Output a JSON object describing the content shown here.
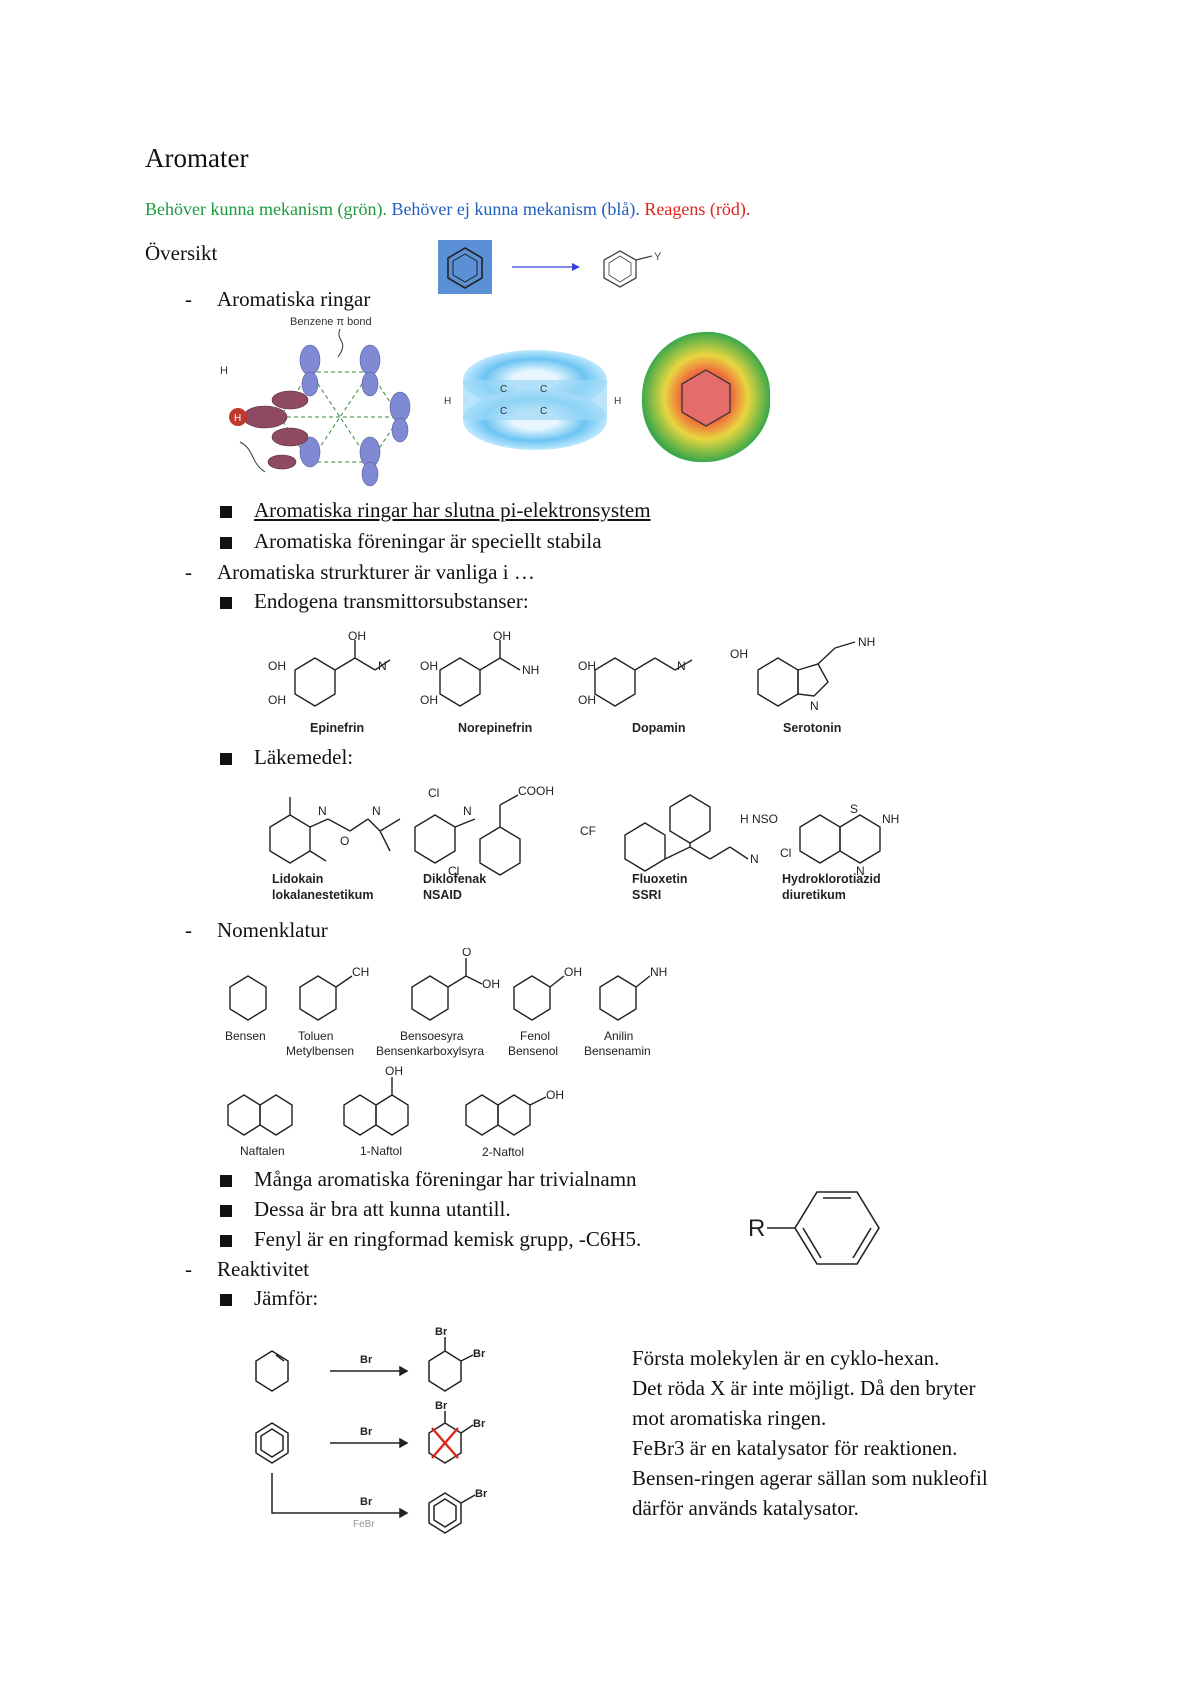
{
  "title": "Aromater",
  "legend": {
    "green": "Behöver kunna mekanism (grön).",
    "blue": "Behöver ej kunna mekanism (blå).",
    "red": "Reagens (röd)."
  },
  "overview": "Översikt",
  "sections": {
    "rings": "Aromatiska ringar",
    "structures": "Aromatiska strurkturer är vanliga i …",
    "nomenclature": "Nomenklatur",
    "reactivity": "Reaktivitet"
  },
  "bullets": {
    "closed_pi": "Aromatiska ringar har slutna pi-elektronsystem",
    "stable": "Aromatiska föreningar är speciellt stabila",
    "endogenous": "Endogena transmittorsubstanser:",
    "drugs": "Läkemedel:",
    "trivial": "Många aromatiska föreningar har trivialnamn",
    "memorize": "Dessa är bra att kunna utantill.",
    "phenyl": "Fenyl är en ringformad kemisk grupp, -C6H5.",
    "compare": "Jämför:"
  },
  "figures": {
    "overview_product": "Y",
    "pi_bond": "Benzene π bond",
    "h_sp2": "H",
    "h_label": "H",
    "c_label": "C",
    "r_label": "R",
    "br": "Br",
    "br2": "Br",
    "febr3": "FeBr"
  },
  "neurotransmitters": [
    "Epinefrin",
    "Norepinefrin",
    "Dopamin",
    "Serotonin"
  ],
  "drugs": [
    {
      "name": "Lidokain",
      "cls": "lokalanestetikum"
    },
    {
      "name": "Diklofenak",
      "cls": "NSAID"
    },
    {
      "name": "Fluoxetin",
      "cls": "SSRI"
    },
    {
      "name": "Hydroklorotiazid",
      "cls": "diuretikum"
    }
  ],
  "groups": {
    "oh": "OH",
    "nh2": "NH",
    "cooh": "COOH",
    "cf3": "CF",
    "cl": "Cl",
    "ch3": "CH",
    "sulf": "H NSO",
    "o": "O",
    "s": "S",
    "n": "N"
  },
  "nomen1": [
    {
      "a": "Bensen",
      "b": ""
    },
    {
      "a": "Toluen",
      "b": "Metylbensen"
    },
    {
      "a": "Bensoesyra",
      "b": "Bensenkarboxylsyra"
    },
    {
      "a": "Fenol",
      "b": "Bensenol"
    },
    {
      "a": "Anilin",
      "b": "Bensenamin"
    }
  ],
  "nomen2": [
    "Naftalen",
    "1-Naftol",
    "2-Naftol"
  ],
  "note": [
    "Första molekylen är en cyklo-hexan.",
    "Det röda X är inte möjligt. Då den bryter",
    "mot aromatiska ringen.",
    "FeBr3 är en katalysator för reaktionen.",
    "Bensen-ringen agerar sällan som nukleofil",
    "därför används katalysator."
  ],
  "colors": {
    "green": "#1a9b3c",
    "blue": "#1f5fbf",
    "red": "#e0241b"
  }
}
